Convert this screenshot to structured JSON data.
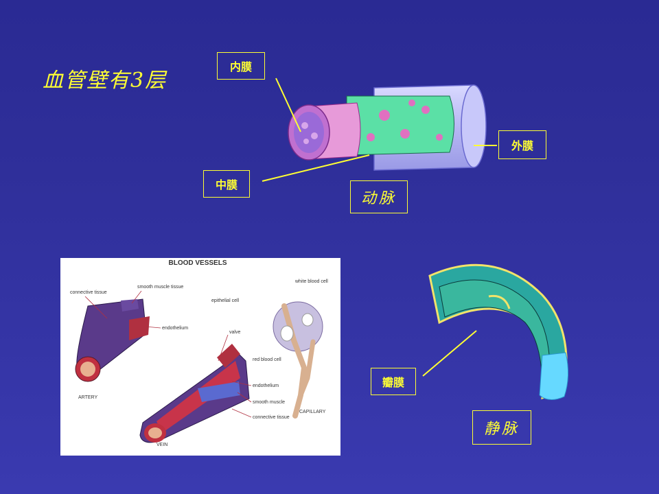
{
  "slide": {
    "title": "血管壁有3层",
    "artery": {
      "label_inner": "内膜",
      "label_middle": "中膜",
      "label_outer": "外膜",
      "name": "动脉"
    },
    "vein": {
      "label_valve": "瓣膜",
      "name": "静脉"
    },
    "photo": {
      "heading": "BLOOD VESSELS",
      "labels": {
        "connective_tissue": "connective tissue",
        "smooth_muscle": "smooth muscle tissue",
        "epithelial": "epithelial cell",
        "white_blood_cell": "white blood cell",
        "endothelium": "endothelium",
        "valve": "valve",
        "red_blood_cell": "red blood cell",
        "endothelium2": "endothelium",
        "smooth_muscle2": "smooth muscle",
        "connective2": "connective tissue",
        "artery": "ARTERY",
        "vein": "VEIN",
        "capillary": "CAPILLARY"
      }
    }
  }
}
